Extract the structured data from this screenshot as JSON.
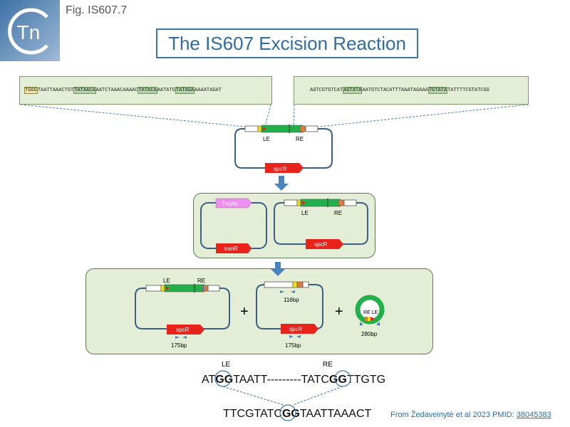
{
  "figure_label": "Fig. IS607.7",
  "logo_text": "Tn",
  "title": "The IS607 Excision Reaction",
  "left_sequence": {
    "parts": [
      {
        "text": "TGGG",
        "style": "hl-y"
      },
      {
        "text": "TAATTAAACTGT",
        "style": ""
      },
      {
        "text": "TATAACA",
        "style": "hl"
      },
      {
        "text": "AATCTAAACAAAAC",
        "style": ""
      },
      {
        "text": "TATACA",
        "style": "hl"
      },
      {
        "text": "AATATG",
        "style": ""
      },
      {
        "text": "TATAGA",
        "style": "hl"
      },
      {
        "text": "AAAATAGAT",
        "style": ""
      }
    ]
  },
  "right_sequence": {
    "parts": [
      {
        "text": "AGTCGTGTCAT",
        "style": ""
      },
      {
        "text": "AGTATA",
        "style": "hl"
      },
      {
        "text": "AATGTCTACATTTAAATAGAAA",
        "style": ""
      },
      {
        "text": "TGTATA",
        "style": "hl"
      },
      {
        "text": "TATTTTCGTATCGG",
        "style": ""
      }
    ]
  },
  "labels": {
    "le": "LE",
    "re": "RE",
    "spcR": "spcR",
    "kanR": "kanR",
    "tnpAs": "TnpAs",
    "re_le": "RE LE",
    "bp116": "116bp",
    "bp175": "175bp",
    "bp280": "280bp",
    "plus": "+"
  },
  "junction": {
    "top_left_labels": "LE",
    "top_right_labels": "RE",
    "top_seq": {
      "a": "AT",
      "b": "GG",
      "c": "TAATT---------TATC",
      "d": "GG",
      "e": "TTGTG"
    },
    "bottom_seq": {
      "a": "TTCGTATC",
      "b": "GG",
      "c": "TAATTAAACT"
    }
  },
  "credit": {
    "text": "From Žedaveinytė et al 2023 PMID: ",
    "link": "38045383"
  },
  "colors": {
    "accent_blue": "#2e6da4",
    "panel_green": "#e4eed6",
    "transposon_green": "#22b04a",
    "marker_red": "#e8231b",
    "tnpAs_pink": "#ee8ef0",
    "le_yellow": "#f4e20f",
    "re_orange": "#e07a3e"
  }
}
